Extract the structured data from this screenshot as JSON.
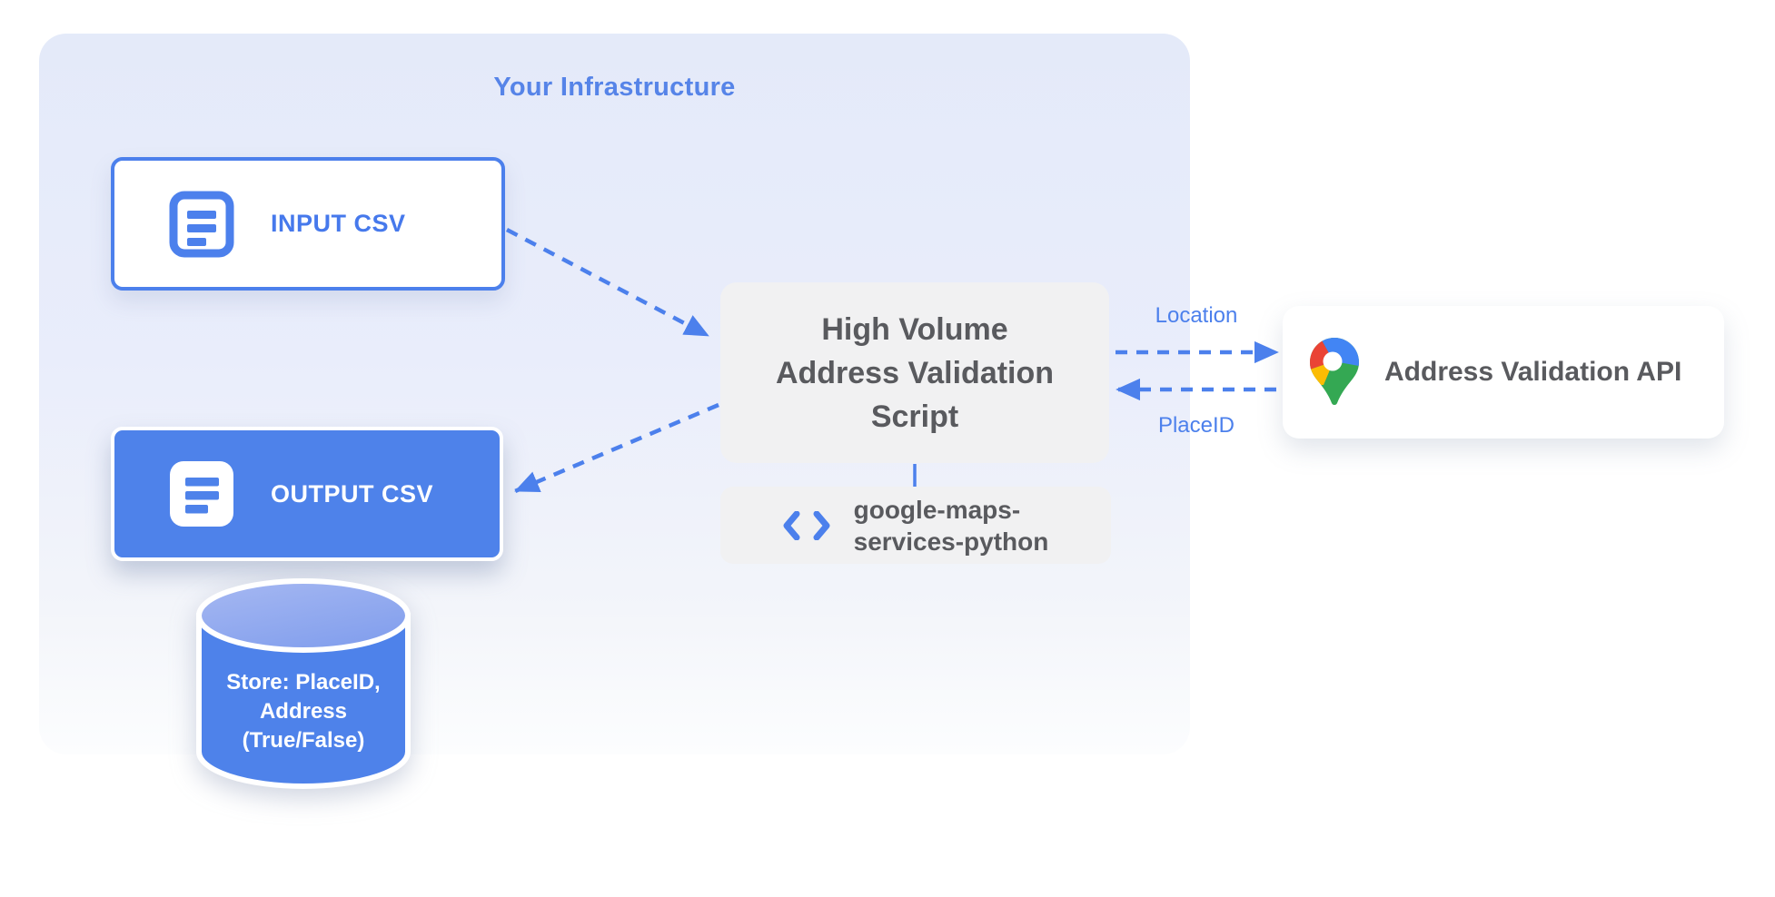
{
  "infrastructure": {
    "label": "Your Infrastructure"
  },
  "nodes": {
    "input_csv": {
      "label": "INPUT CSV",
      "icon": "document-lines-icon"
    },
    "output_csv": {
      "label": "OUTPUT CSV",
      "icon": "document-lines-icon"
    },
    "script": {
      "lines": [
        "High Volume",
        "Address Validation",
        "Script"
      ]
    },
    "library": {
      "lines": [
        "google-maps-",
        "services-python"
      ],
      "icon": "code-brackets-icon"
    },
    "api": {
      "label": "Address Validation API",
      "icon": "google-maps-pin-icon"
    },
    "datastore": {
      "lines": [
        "Store: PlaceID,",
        "Address",
        "(True/False)"
      ],
      "shape": "database-cylinder"
    }
  },
  "edges": {
    "location_label": "Location",
    "placeid_label": "PlaceID",
    "input_to_script": "dashed-arrow",
    "script_to_output": "dashed-arrow",
    "script_to_api": "dashed-arrow",
    "api_to_script": "dashed-arrow",
    "script_to_library": "solid-line"
  },
  "colors": {
    "blue": "#4C80EC",
    "blue-fill": "#4E82EA",
    "blue-text": "#4679EC",
    "infra-text": "#5684E8",
    "card-gray": "#F1F1F2",
    "dark-text": "#595A5E",
    "container-top": "#E4EAF9",
    "cyl-top-1": "#A6B8F2",
    "cyl-top-2": "#84A0ED",
    "pin-blue": "#4285F4",
    "pin-red": "#EA4335",
    "pin-yellow": "#FBBC04",
    "pin-green": "#34A853"
  }
}
